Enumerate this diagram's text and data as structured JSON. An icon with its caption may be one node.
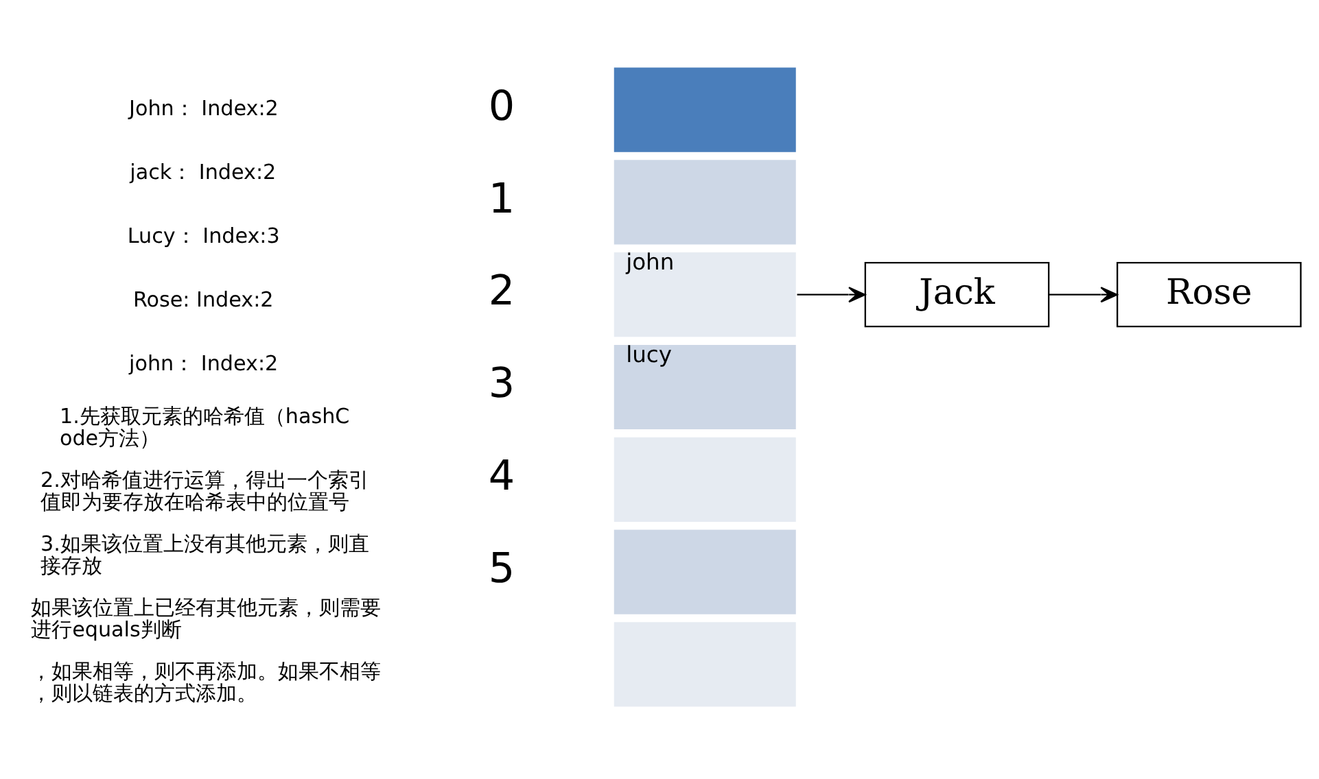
{
  "diagram": {
    "nodes": [
      {
        "text": [],
        "shape": "box"
      },
      {
        "text": [],
        "shape": "box"
      },
      {
        "text": [
          "john"
        ]
      },
      {
        "text": [
          "lucy"
        ]
      },
      {
        "text": [],
        "shape": "box"
      },
      {
        "text": [],
        "shape": "box"
      },
      {
        "text": [],
        "shape": "box"
      },
      {
        "text": [
          "Jack"
        ]
      },
      {
        "text": [
          "Rose"
        ]
      }
    ],
    "edges": [
      {
        "from": 2,
        "to": 7,
        "arrow": "to"
      },
      {
        "from": 7,
        "to": 8,
        "arrow": "to"
      }
    ],
    "labels": [
      "John： Index:2",
      "jack： Index:2",
      "Lucy： Index:3",
      "Rose: Index:2",
      "john： Index:2",
      "0",
      "1",
      "2",
      "3",
      "4",
      "5",
      "1.先获取元素的哈希值（hashCode方法）",
      "2.对哈希值进行运算，得出一个索引值即为要存放在哈希表中的位置号",
      "3.如果该位置上没有其他元素，则直接存放",
      "如果该位置上已经有其他元素，则需要进行equals判断",
      "，如果相等，则不再添加。如果不相等，则以链表的方式添加。"
    ]
  }
}
